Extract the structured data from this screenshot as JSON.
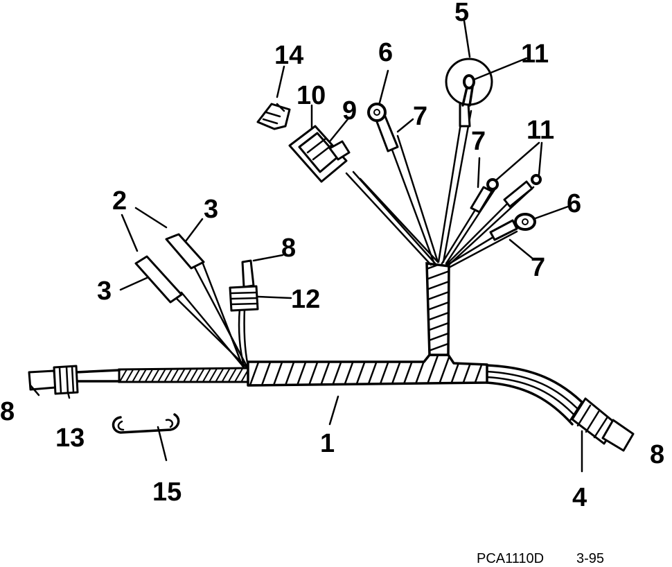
{
  "callouts": {
    "c1": "1",
    "c2": "2",
    "c3a": "3",
    "c3b": "3",
    "c4": "4",
    "c5": "5",
    "c6a": "6",
    "c6b": "6",
    "c7a": "7",
    "c7b": "7",
    "c7c": "7",
    "c8a": "8",
    "c8b": "8",
    "c8c": "8",
    "c9": "9",
    "c10": "10",
    "c11a": "11",
    "c11b": "11",
    "c12": "12",
    "c13": "13",
    "c14": "14",
    "c15": "15"
  },
  "footer": {
    "code": "PCA1110D",
    "date": "3-95"
  }
}
